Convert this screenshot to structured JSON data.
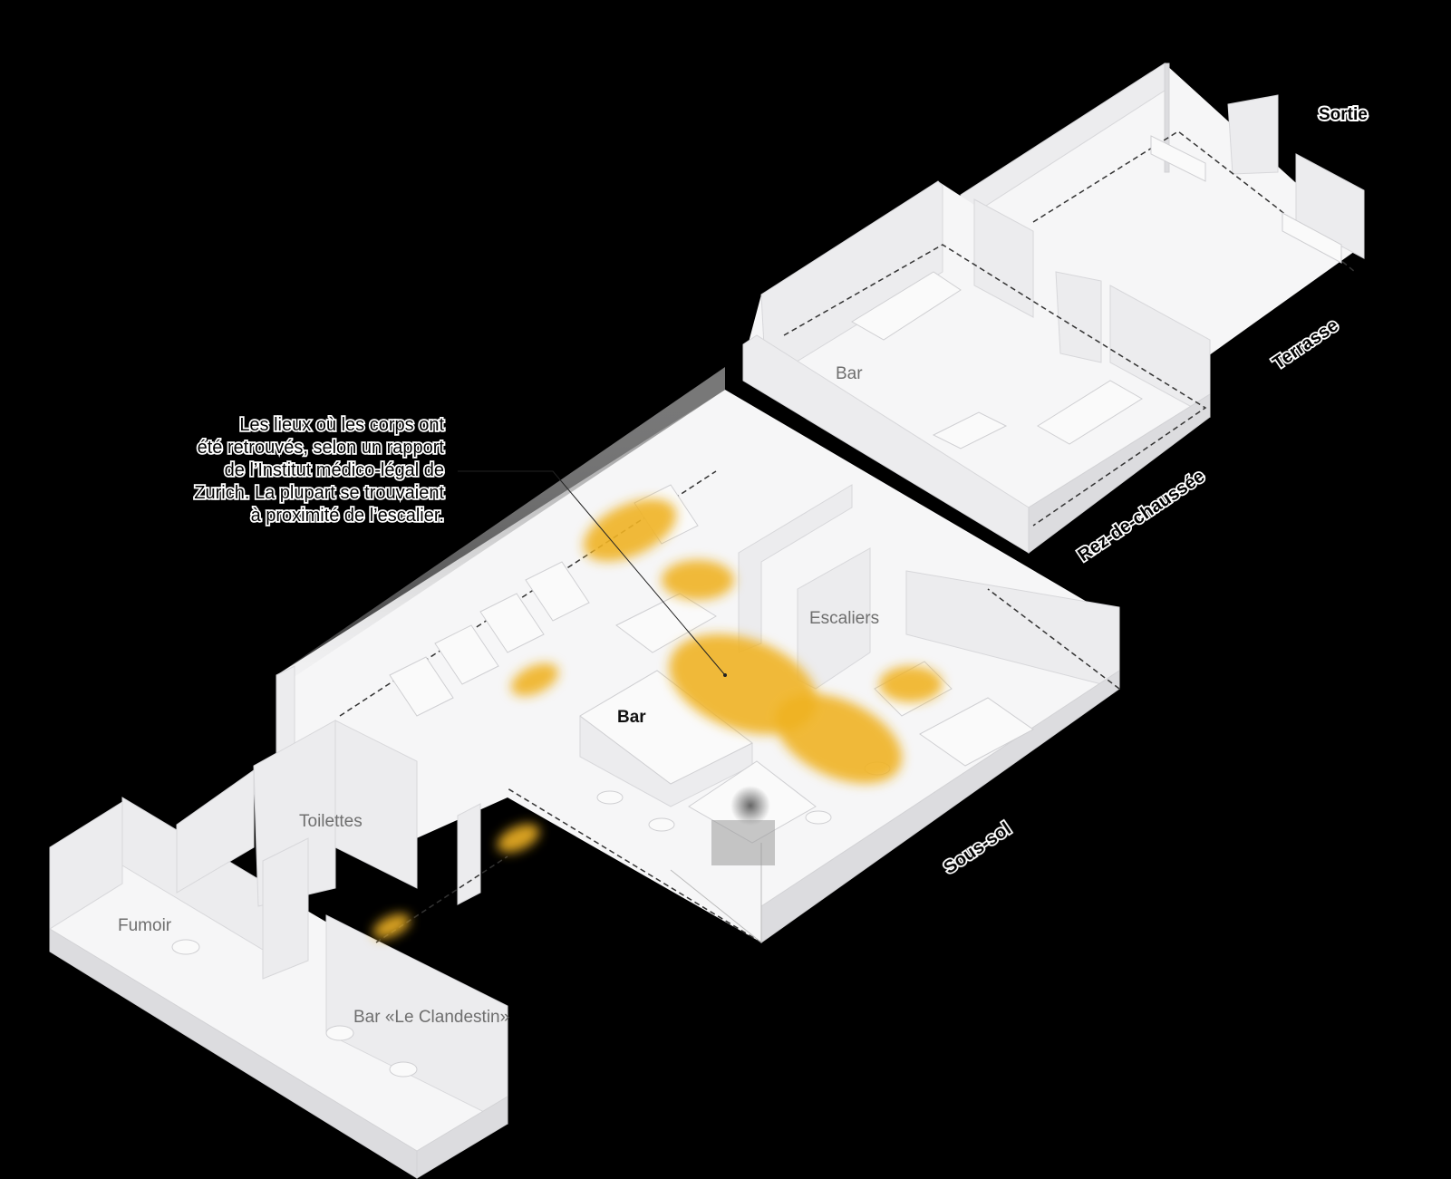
{
  "labels": {
    "sortie": "Sortie",
    "terrasse": "Terrasse",
    "bar_rdc": "Bar",
    "rez_de_chaussee": "Rez-de-chaussée",
    "escaliers": "Escaliers",
    "bar_main": "Bar",
    "sous_sol": "Sous-sol",
    "toilettes": "Toilettes",
    "fumoir": "Fumoir",
    "bar_clandestin": "Bar «Le Clandestin»"
  },
  "annotation": {
    "lines": [
      "Les lieux où les corps ont",
      "été retrouvés, selon un rapport",
      "de l’Institut médico-légal de",
      "Zurich. La plupart se trouvaient",
      "à proximité de l’escalier."
    ]
  },
  "colors": {
    "background": "#000000",
    "floor": "#f6f6f7",
    "highlight": "#f0b323"
  }
}
